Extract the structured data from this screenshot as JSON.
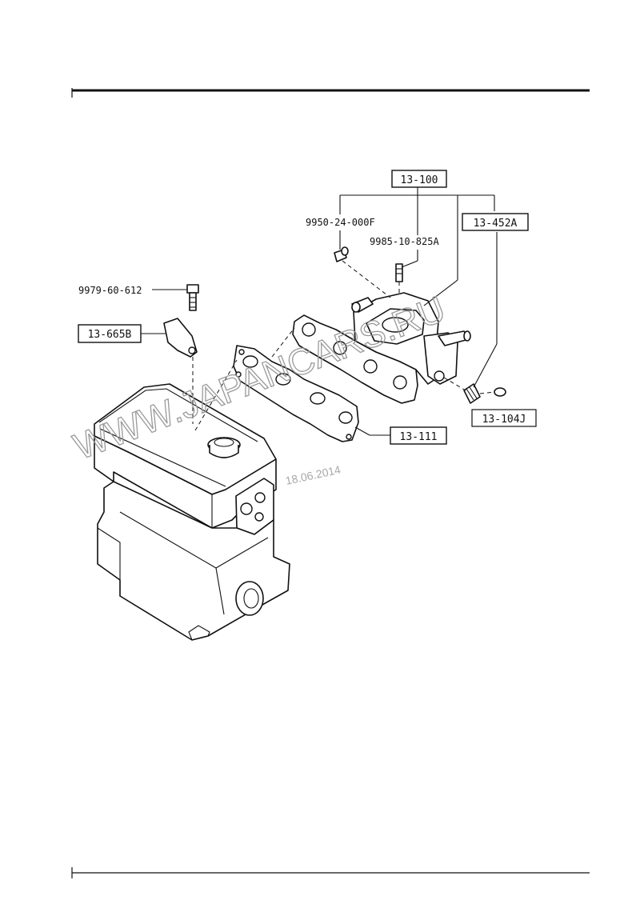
{
  "watermark": {
    "text": "WWW.JAPANCARS.RU",
    "date": "18.06.2014",
    "color": "#9a9a9a"
  },
  "callouts": {
    "c13_100": "13-100",
    "c9950": "9950-24-000F",
    "c9985": "9985-10-825A",
    "c13_452a": "13-452A",
    "c9979": "9979-60-612",
    "c13_665b": "13-665B",
    "c13_111": "13-111",
    "c13_104j": "13-104J"
  }
}
